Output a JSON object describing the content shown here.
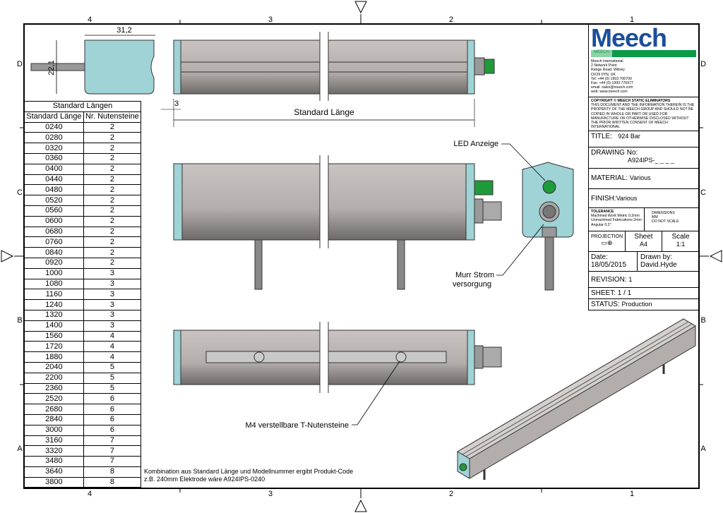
{
  "zones": {
    "columns": [
      "4",
      "3",
      "2",
      "1"
    ],
    "rows": [
      "D",
      "C",
      "B",
      "A"
    ]
  },
  "dimensions": {
    "width": "31,2",
    "height": "22,1",
    "offset": "3",
    "length": "Standard Länge"
  },
  "labels": {
    "led": "LED Anzeige",
    "power_line1": "Murr Strom",
    "power_line2": "versorgung",
    "slot_nuts": "M4 verstellbare T-Nutensteine"
  },
  "note": {
    "line1": "Kombination aus Standard Länge und Modellnummer ergibt Produkt-Code",
    "line2": "z.B. 240mm Elektrode wäre A924IPS-0240"
  },
  "table": {
    "title": "Standard Längen",
    "headers": [
      "Standard Länge",
      "Nr. Nutensteine"
    ],
    "rows": [
      [
        "0240",
        "2"
      ],
      [
        "0280",
        "2"
      ],
      [
        "0320",
        "2"
      ],
      [
        "0360",
        "2"
      ],
      [
        "0400",
        "2"
      ],
      [
        "0440",
        "2"
      ],
      [
        "0480",
        "2"
      ],
      [
        "0520",
        "2"
      ],
      [
        "0560",
        "2"
      ],
      [
        "0600",
        "2"
      ],
      [
        "0680",
        "2"
      ],
      [
        "0760",
        "2"
      ],
      [
        "0840",
        "2"
      ],
      [
        "0920",
        "2"
      ],
      [
        "1000",
        "3"
      ],
      [
        "1080",
        "3"
      ],
      [
        "1160",
        "3"
      ],
      [
        "1240",
        "3"
      ],
      [
        "1320",
        "3"
      ],
      [
        "1400",
        "3"
      ],
      [
        "1560",
        "4"
      ],
      [
        "1720",
        "4"
      ],
      [
        "1880",
        "4"
      ],
      [
        "2040",
        "5"
      ],
      [
        "2200",
        "5"
      ],
      [
        "2360",
        "5"
      ],
      [
        "2520",
        "6"
      ],
      [
        "2680",
        "6"
      ],
      [
        "2840",
        "6"
      ],
      [
        "3000",
        "6"
      ],
      [
        "3160",
        "7"
      ],
      [
        "3320",
        "7"
      ],
      [
        "3480",
        "7"
      ],
      [
        "3640",
        "8"
      ],
      [
        "3800",
        "8"
      ]
    ]
  },
  "title_block": {
    "logo": "Meech",
    "logo_sub": "MEECH",
    "address": [
      "Meech International",
      "2 Network Point",
      "Range Road, Witney",
      "OX29 0YN, UK",
      "Tel:  +44 (0) 1993 706700",
      "Fax: +44 (0) 1993 776977",
      "email:  sales@meech.com",
      "web:  www.meech.com"
    ],
    "copyright_title": "COPYRIGHT © MEECH STATIC ELIMINATORS",
    "copyright_text": "THIS DOCUMENT AND THE INFORMATION THEREIN IS THE PROPERTY OF THE MEECH GROUP AND SHOULD NOT BE COPIED IN WHOLE OR PART OR USED FOR MANUFACTURE OR OTHERWISE DISCLOSED WITHOUT THE PRIOR WRITTEN CONSENT OF MEECH INTERNATIONAL",
    "title_label": "TITLE:",
    "title": "924 Bar",
    "drawing_label": "DRAWING No:",
    "drawing": "A924IPS-_ _ _ _",
    "material_label": "MATERIAL:",
    "material": "Various",
    "finish_label": "FINISH:",
    "finish": "Various",
    "tolerance_title": "TOLERANCE",
    "tolerance": [
      "Machined Work Metric 0.2mm",
      "Unmachined Fabrications 2mm",
      "Angular 0.2°"
    ],
    "dimensions": [
      "DIMENSIONS",
      "MM",
      "DO NOT SCALE"
    ],
    "projection_label": "PROJECTION",
    "sheet_label": "Sheet",
    "sheet": "A4",
    "scale_label": "Scale",
    "scale": "1:1",
    "date_label": "Date:",
    "date": "18/05/2015",
    "drawn_label": "Drawn by:",
    "drawn": "David.Hyde",
    "revision_label": "REVISION:",
    "revision": "1",
    "sheet_count": "SHEET: 1 / 1",
    "status_label": "STATUS:",
    "status": "Production"
  },
  "colors": {
    "logo_blue": "#1a4f9c",
    "logo_green": "#0a9a48",
    "endcap": "#9fd3d6",
    "body": "#b0aaa8",
    "connector": "#1f9a3a"
  }
}
